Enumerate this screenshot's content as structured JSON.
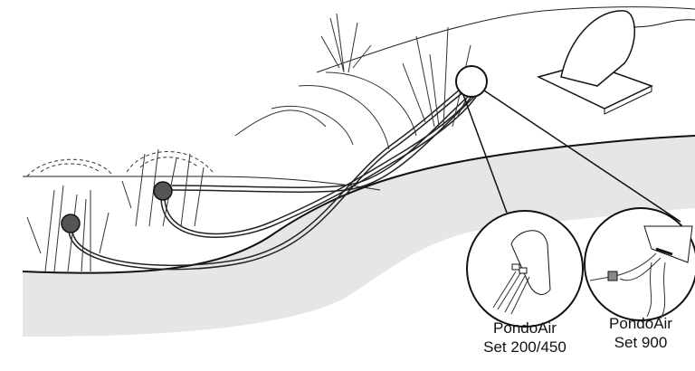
{
  "labels": [
    {
      "line1": "PondoAir",
      "line2": "Set 200/450"
    },
    {
      "line1": "PondoAir",
      "line2": "Set 900"
    }
  ],
  "colors": {
    "ground": "#e6e6e6",
    "stroke": "#111111",
    "connector": "#888888"
  }
}
